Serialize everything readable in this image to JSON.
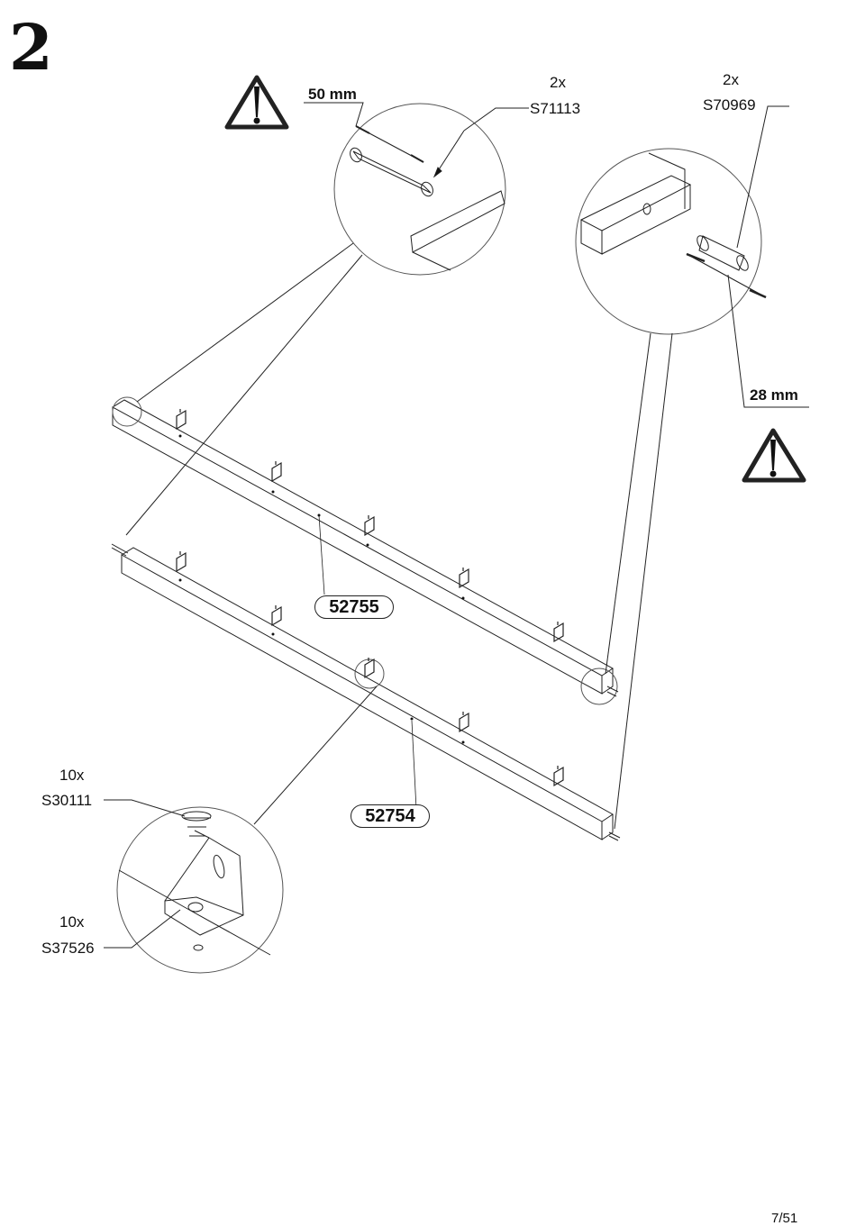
{
  "step_number": "2",
  "page_number": "7/51",
  "callout_dowel_left": {
    "dimension": "50 mm",
    "quantity": "2x",
    "part": "S71113"
  },
  "callout_dowel_right": {
    "dimension": "28 mm",
    "quantity": "2x",
    "part": "S70969"
  },
  "callout_bracket": {
    "screw_quantity": "10x",
    "screw_part": "S30111",
    "bracket_quantity": "10x",
    "bracket_part": "S37526"
  },
  "panels": [
    {
      "id": "52755"
    },
    {
      "id": "52754"
    }
  ],
  "icons": [
    "warning-icon",
    "warning-icon"
  ]
}
